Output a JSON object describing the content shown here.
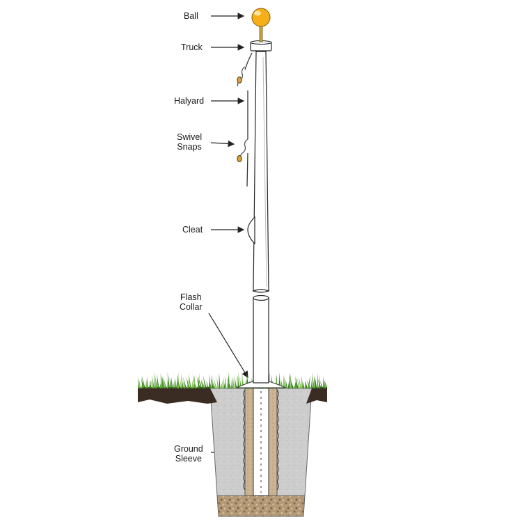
{
  "labels": {
    "ball": "Ball",
    "truck": "Truck",
    "halyard": "Halyard",
    "swivel_snaps": [
      "Swivel",
      "Snaps"
    ],
    "cleat": "Cleat",
    "flash_collar": [
      "Flash",
      "Collar"
    ],
    "ground_sleeve": [
      "Ground",
      "Sleeve"
    ]
  },
  "colors": {
    "ball": "#f5b019",
    "ball_highlight": "#fde7a6",
    "pole": "#ffffff",
    "outline": "#222222",
    "grass": "#5aa532",
    "grass_dark": "#2f7a1a",
    "soil": "#3a2c22",
    "concrete": "#cdcdcd",
    "sleeve_fill": "#cbb392",
    "gravel": "#b59a78"
  }
}
